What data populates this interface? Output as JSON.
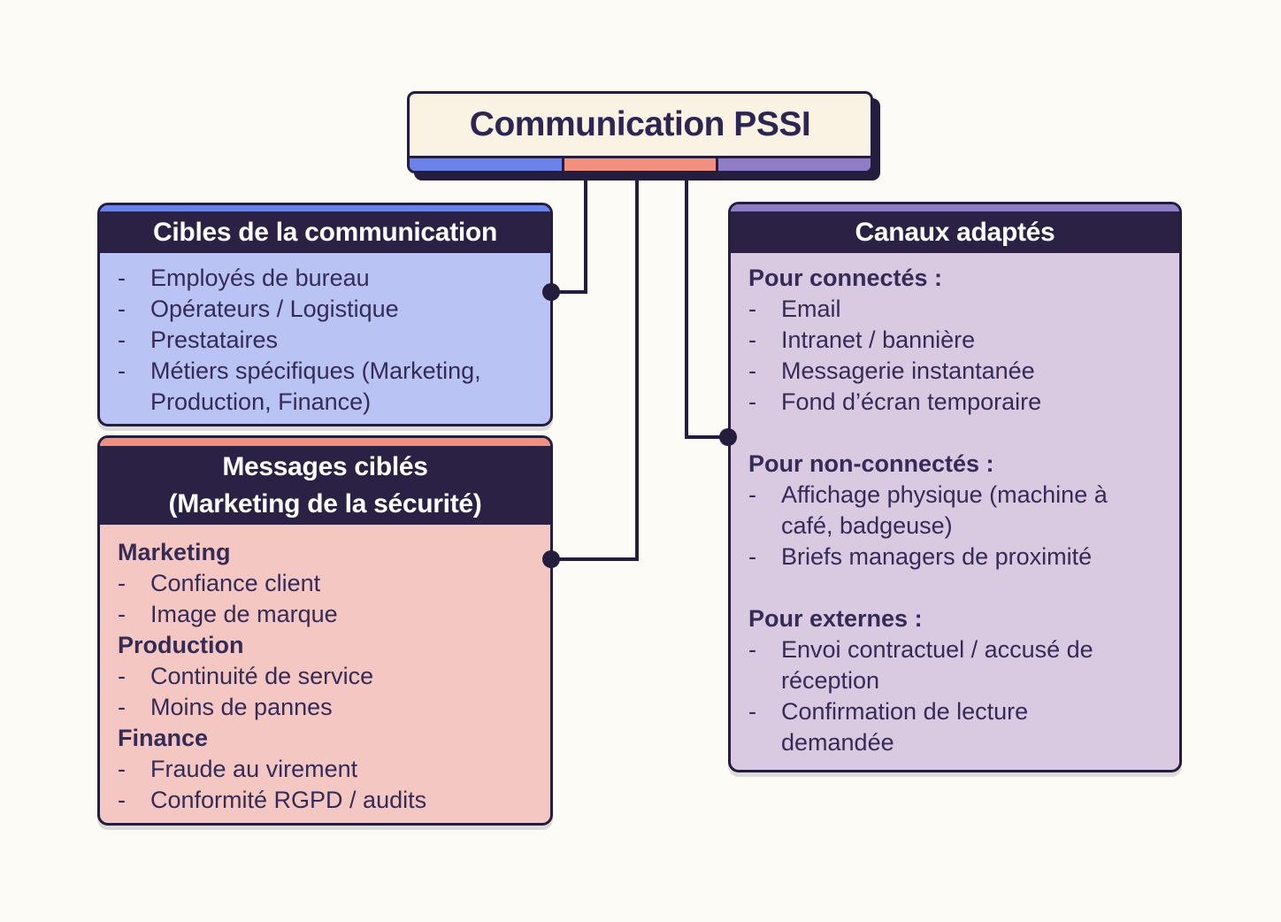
{
  "title": {
    "label": "Communication PSSI"
  },
  "bullet": "-",
  "colors": {
    "background": "#FDFBF5",
    "title_fill": "#FAF3E3",
    "dark_navy": "#241D3E",
    "header_bg": "#2A2145",
    "header_text": "#FFFFFF",
    "body_text": "#352B57",
    "accent_blue": "#6B82E8",
    "accent_salmon": "#F2907F",
    "accent_purple": "#8F7DC8",
    "body_blue": "#B9C3F4",
    "body_salmon": "#F5C7C2",
    "body_purple": "#D9C9E1"
  },
  "boxes": {
    "cibles": {
      "header": "Cibles de la communication",
      "entries": [
        {
          "type": "item",
          "text": "Employés de bureau"
        },
        {
          "type": "item",
          "text": "Opérateurs / Logistique"
        },
        {
          "type": "item",
          "text": "Prestataires"
        },
        {
          "type": "item",
          "text": "Métiers spécifiques (Marketing,\nProduction, Finance)"
        }
      ]
    },
    "messages": {
      "header": "Messages ciblés\n(Marketing de la sécurité)",
      "entries": [
        {
          "type": "subhead",
          "text": "Marketing"
        },
        {
          "type": "item",
          "text": "Confiance client"
        },
        {
          "type": "item",
          "text": "Image de marque"
        },
        {
          "type": "subhead",
          "text": "Production"
        },
        {
          "type": "item",
          "text": "Continuité de service"
        },
        {
          "type": "item",
          "text": "Moins de pannes"
        },
        {
          "type": "subhead",
          "text": "Finance"
        },
        {
          "type": "item",
          "text": "Fraude au virement"
        },
        {
          "type": "item",
          "text": "Conformité RGPD / audits"
        }
      ]
    },
    "canaux": {
      "header": "Canaux adaptés",
      "entries": [
        {
          "type": "subhead",
          "text": "Pour connectés :"
        },
        {
          "type": "item",
          "text": "Email"
        },
        {
          "type": "item",
          "text": "Intranet / bannière"
        },
        {
          "type": "item",
          "text": "Messagerie instantanée"
        },
        {
          "type": "item",
          "text": "Fond d’écran temporaire"
        },
        {
          "type": "spacer"
        },
        {
          "type": "subhead",
          "text": "Pour non-connectés :"
        },
        {
          "type": "item",
          "text": "Affichage physique (machine à\ncafé, badgeuse)"
        },
        {
          "type": "item",
          "text": "Briefs managers de proximité"
        },
        {
          "type": "spacer"
        },
        {
          "type": "subhead",
          "text": "Pour externes :"
        },
        {
          "type": "item",
          "text": "Envoi contractuel / accusé de\nréception"
        },
        {
          "type": "item",
          "text": "Confirmation de lecture\ndemandée"
        }
      ]
    }
  }
}
